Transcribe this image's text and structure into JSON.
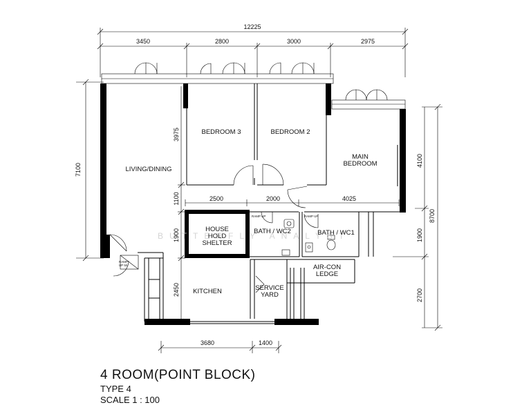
{
  "plan": {
    "title": "4 ROOM(POINT BLOCK)",
    "type_label": "TYPE 4",
    "scale_label": "SCALE 1 : 100",
    "watermark": "BUTTERFLY ANALYST",
    "rooms": {
      "living": "LIVING/DINING",
      "bedroom3": "BEDROOM 3",
      "bedroom2": "BEDROOM 2",
      "main_bedroom_1": "MAIN",
      "main_bedroom_2": "BEDROOM",
      "shelter_1": "HOUSE",
      "shelter_2": "HOLD",
      "shelter_3": "SHELTER",
      "bath2": "BATH / WC2",
      "bath1": "BATH / WC1",
      "aircon_1": "AIR-CON",
      "aircon_2": "LEDGE",
      "kitchen": "KITCHEN",
      "service_1": "SERVICE",
      "service_2": "YARD"
    },
    "ramps": {
      "entrance_1": "RAMP",
      "entrance_2": "UP 50",
      "bath2": "RAMP UP",
      "bath1": "RAMP UP"
    },
    "dimensions": {
      "overall_width": "12225",
      "top_1": "3450",
      "top_2": "2800",
      "top_3": "3000",
      "top_4": "2975",
      "left_height": "7100",
      "bed3_depth": "3975",
      "corridor": "1100",
      "shelter_depth": "1900",
      "kitchen_depth": "2450",
      "corr_1": "2500",
      "corr_2": "2000",
      "corr_3": "4025",
      "right_total": "8700",
      "right_1": "4100",
      "right_2": "1900",
      "right_3": "2700",
      "bottom_1": "3680",
      "bottom_2": "1400"
    }
  }
}
